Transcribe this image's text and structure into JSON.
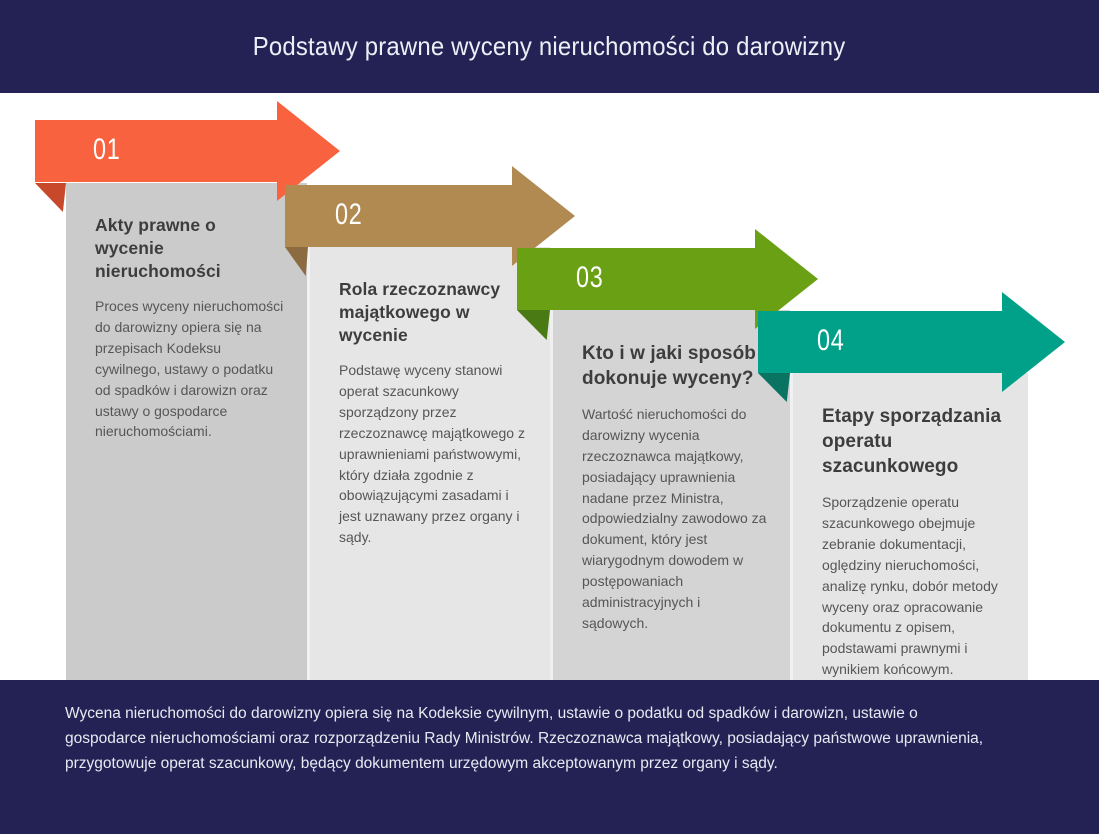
{
  "header": {
    "title": "Podstawy prawne wyceny nieruchomości do darowizny"
  },
  "steps": [
    {
      "number": "01",
      "heading": "Akty prawne o wycenie nieruchomości",
      "body": "Proces wyceny nieruchomości do darowizny opiera się na przepisach Kodeksu cywilnego, ustawy o podatku od spadków i darowizn oraz ustawy o gospodarce nieruchomościami."
    },
    {
      "number": "02",
      "heading": "Rola rzeczoznawcy majątkowego w wycenie",
      "body": "Podstawę wyceny stanowi operat szacunkowy sporządzony przez rzeczoznawcę majątkowego z uprawnieniami państwowymi, który działa zgodnie z obowiązującymi zasadami i jest uznawany przez organy i sądy."
    },
    {
      "number": "03",
      "heading": "Kto i w jaki sposób dokonuje wyceny?",
      "body": "Wartość nieruchomości do darowizny wycenia rzeczoznawca majątkowy, posiadający uprawnienia nadane przez Ministra, odpowiedzialny zawodowo za dokument, który jest wiarygodnym dowodem w postępowaniach administracyjnych i sądowych."
    },
    {
      "number": "04",
      "heading": "Etapy sporządzania operatu szacunkowego",
      "body": "Sporządzenie operatu szacunkowego obejmuje zebranie dokumentacji, oględziny nieruchomości, analizę rynku, dobór metody wyceny oraz opracowanie dokumentu z opisem, podstawami prawnymi i wynikiem końcowym."
    }
  ],
  "footer": {
    "summary": "Wycena nieruchomości do darowizny opiera się na Kodeksie cywilnym, ustawie o podatku od spadków i darowizn, ustawie o gospodarce nieruchomościami oraz rozporządzeniu Rady Ministrów. Rzeczoznawca majątkowy, posiadający państwowe uprawnienia, przygotowuje operat szacunkowy, będący dokumentem urzędowym akceptowanym przez organy i sądy."
  },
  "colors": {
    "bar_navy": "#242254",
    "arrow_1": "#f9623e",
    "arrow_1_fold": "#c7482b",
    "arrow_2": "#b18a52",
    "arrow_2_fold": "#8c6b41",
    "arrow_3": "#6aa014",
    "arrow_3_fold": "#4a7a14",
    "arrow_4": "#01a189",
    "arrow_4_fold": "#0b7361",
    "card_1": "#cbcbcb",
    "card_2": "#e6e6e6",
    "card_3": "#d4d4d4",
    "card_4": "#e5e5e5"
  }
}
